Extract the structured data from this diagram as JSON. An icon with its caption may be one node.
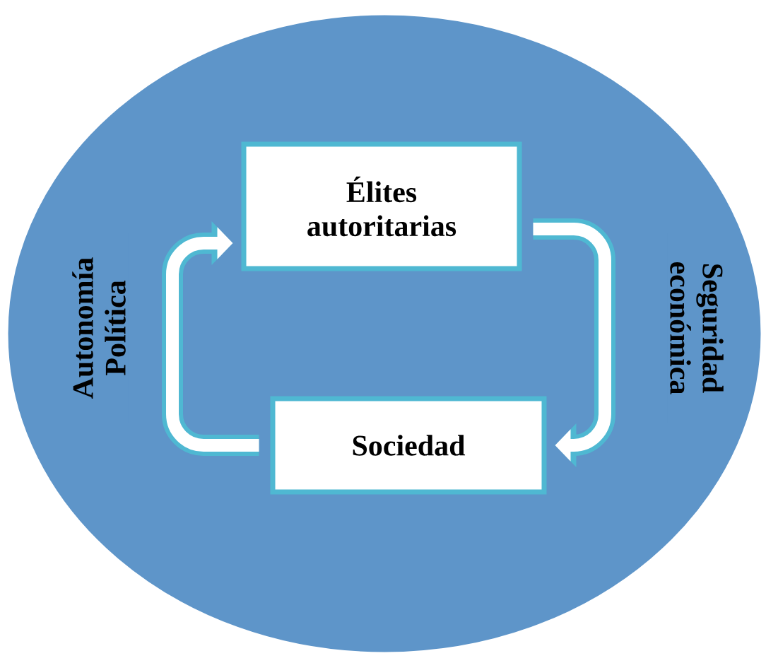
{
  "diagram": {
    "nodes": [
      {
        "text": [],
        "shape": "circle"
      },
      {
        "text": [
          "Élites autoritarias"
        ],
        "in": 0
      },
      {
        "text": [
          "Sociedad"
        ],
        "in": 0
      }
    ],
    "edges": [
      {
        "from": 1,
        "to": 2,
        "arrow": "to",
        "label": "Seguridad económica"
      },
      {
        "from": 2,
        "to": 1,
        "arrow": "to",
        "label": "Autonomía Política"
      }
    ]
  }
}
